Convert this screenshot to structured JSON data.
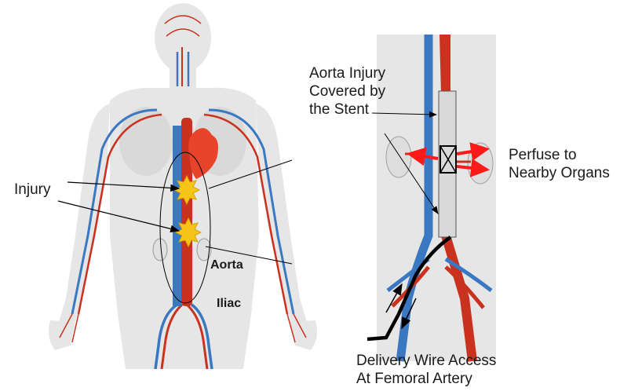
{
  "labels": {
    "injury": "Injury",
    "aorta": "Aorta",
    "iliac": "Iliac",
    "aorta_injury_lines": [
      "Aorta Injury",
      "Covered by",
      "the Stent"
    ],
    "perfuse_lines": [
      "Perfuse to",
      "Nearby Organs"
    ],
    "delivery_lines": [
      "Delivery Wire Access",
      "At Femoral Artery"
    ]
  },
  "colors": {
    "artery": "#c8321e",
    "vein": "#3a78c2",
    "heart": "#e8442a",
    "injury_star": "#f5c518",
    "stent": "#d9d9d9",
    "flow_arrow": "#ff1a1a",
    "body_silhouette": "#e6e6e6",
    "wire": "#000000"
  },
  "icons": {
    "injury_marker": "starburst-icon",
    "stent_marker": "crossed-box-icon"
  }
}
